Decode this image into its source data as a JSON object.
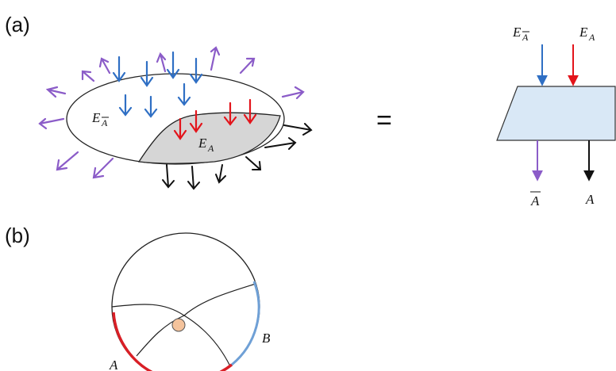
{
  "panels": {
    "a_label": "(a)",
    "b_label": "(b)"
  },
  "equals_sign": "=",
  "region_labels": {
    "complement_main": "E",
    "complement_sub": "A",
    "a_main": "E",
    "a_sub": "A"
  },
  "box_inputs": {
    "left_main": "E",
    "left_sub": "A",
    "right_main": "E",
    "right_sub": "A"
  },
  "box_outputs": {
    "left": "A",
    "right": "A"
  },
  "circle_labels": {
    "left": "A",
    "right": "B"
  },
  "colors": {
    "purple": "#8b5cc8",
    "blue": "#2f6fc4",
    "red": "#e3141b",
    "black": "#111111",
    "grey_fill": "#d6d6d6",
    "box_fill": "#d9e8f6",
    "boundary_red": "#d91f26",
    "boundary_blue": "#6fa0d6",
    "dot_fill": "#f4c39c"
  }
}
